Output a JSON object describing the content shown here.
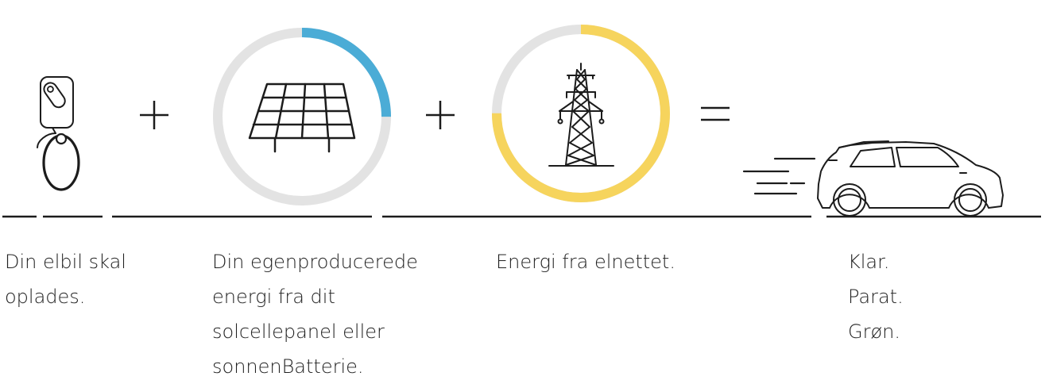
{
  "colors": {
    "stroke": "#1c1c1c",
    "ring_track": "#e3e3e3",
    "solar_accent": "#4bacd6",
    "grid_accent": "#f6d45d"
  },
  "gauges": {
    "solar_share": 0.25,
    "grid_share": 0.75
  },
  "captions": {
    "charger": [
      "Din elbil skal",
      "oplades."
    ],
    "solar": [
      "Din egenproducerede",
      "energi fra dit",
      "solcellepanel eller",
      "sonnenBatterie."
    ],
    "grid": [
      "Energi fra elnettet."
    ],
    "car": [
      "Klar.",
      "Parat.",
      "Grøn."
    ]
  },
  "icons": {
    "charger": "ev-charger-icon",
    "solar": "solar-panel-icon",
    "grid": "power-pylon-icon",
    "car": "car-icon"
  }
}
